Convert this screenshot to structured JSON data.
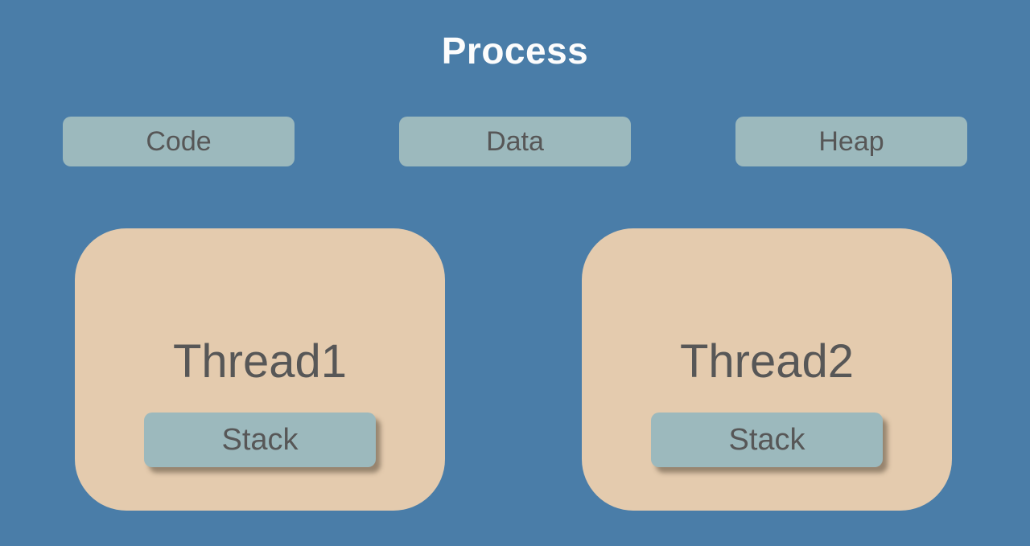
{
  "title": "Process",
  "colors": {
    "background": "#4a7da8",
    "memory_box": "#9cb9bd",
    "thread_box": "#e4cbae",
    "text_dark": "#575757",
    "title_text": "#fcfcfc"
  },
  "memory_segments": [
    {
      "label": "Code"
    },
    {
      "label": "Data"
    },
    {
      "label": "Heap"
    }
  ],
  "threads": [
    {
      "label": "Thread1",
      "stack_label": "Stack"
    },
    {
      "label": "Thread2",
      "stack_label": "Stack"
    }
  ]
}
